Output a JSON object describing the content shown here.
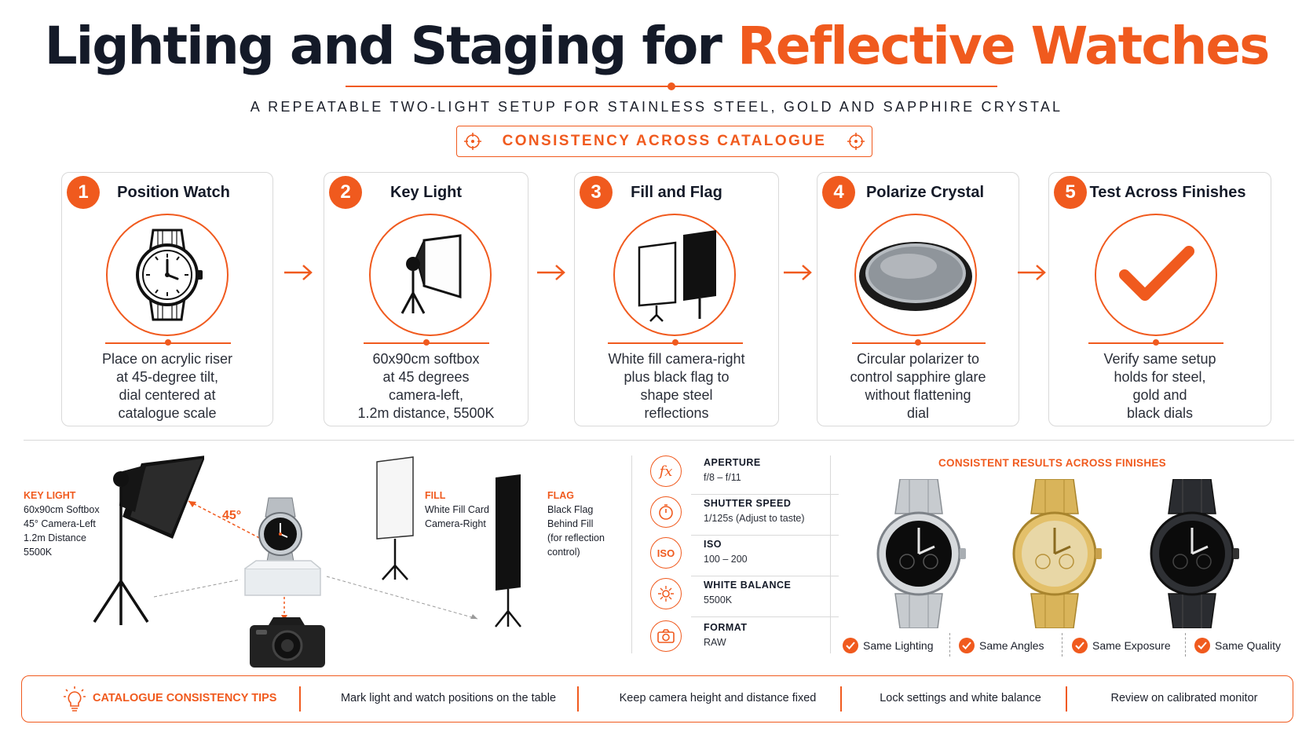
{
  "header": {
    "title_dark": "Lighting and Staging for ",
    "title_accent": "Reflective Watches",
    "subtitle": "A REPEATABLE TWO-LIGHT SETUP FOR STAINLESS STEEL, GOLD AND SAPPHIRE CRYSTAL",
    "badge": "CONSISTENCY ACROSS CATALOGUE"
  },
  "steps": [
    {
      "number": "1",
      "title": "Position Watch",
      "icon": "wristwatch-icon",
      "lines": [
        "Place on acrylic riser",
        "at 45-degree tilt,",
        "dial centered at",
        "catalogue scale"
      ]
    },
    {
      "number": "2",
      "title": "Key Light",
      "icon": "softbox-icon",
      "lines": [
        "60x90cm softbox",
        "at 45 degrees",
        "camera-left,",
        "1.2m distance, 5500K"
      ]
    },
    {
      "number": "3",
      "title": "Fill and Flag",
      "icon": "fill-flag-icon",
      "lines": [
        "White fill camera-right",
        "plus black flag to",
        "shape steel",
        "reflections"
      ]
    },
    {
      "number": "4",
      "title": "Polarize Crystal",
      "icon": "polarizer-filter-icon",
      "lines": [
        "Circular polarizer to",
        "control sapphire glare",
        "without flattening",
        "dial"
      ]
    },
    {
      "number": "5",
      "title": "Test Across Finishes",
      "icon": "checkmark-icon",
      "lines": [
        "Verify same setup",
        "holds for steel,",
        "gold and",
        "black dials"
      ]
    }
  ],
  "diagram": {
    "key_light": {
      "head": "KEY LIGHT",
      "lines": [
        "60x90cm Softbox",
        "45° Camera-Left",
        "1.2m Distance",
        "5500K"
      ]
    },
    "angle": "45°",
    "fill": {
      "head": "FILL",
      "lines": [
        "White Fill Card",
        "Camera-Right"
      ]
    },
    "flag": {
      "head": "FLAG",
      "lines": [
        "Black Flag",
        "Behind Fill",
        "(for reflection",
        "control)"
      ]
    }
  },
  "settings": [
    {
      "icon": "fx-icon",
      "label": "APERTURE",
      "value": "f/8 – f/11"
    },
    {
      "icon": "stopwatch-icon",
      "label": "SHUTTER SPEED",
      "value": "1/125s (Adjust to taste)"
    },
    {
      "icon": "iso-icon",
      "label": "ISO",
      "value": "100 – 200"
    },
    {
      "icon": "white-balance-icon",
      "label": "WHITE BALANCE",
      "value": "5500K"
    },
    {
      "icon": "camera-icon",
      "label": "FORMAT",
      "value": "RAW"
    }
  ],
  "results": {
    "title": "CONSISTENT RESULTS ACROSS FINISHES",
    "checks": [
      "Same Lighting",
      "Same Angles",
      "Same Exposure",
      "Same Quality"
    ]
  },
  "tips": {
    "title": "CATALOGUE CONSISTENCY TIPS",
    "items": [
      "Mark light and watch positions on the table",
      "Keep camera height and distance fixed",
      "Lock settings and white balance",
      "Review on calibrated monitor"
    ]
  },
  "colors": {
    "accent": "#f05a1e",
    "ink": "#141a28",
    "border": "#d9d9d9"
  }
}
